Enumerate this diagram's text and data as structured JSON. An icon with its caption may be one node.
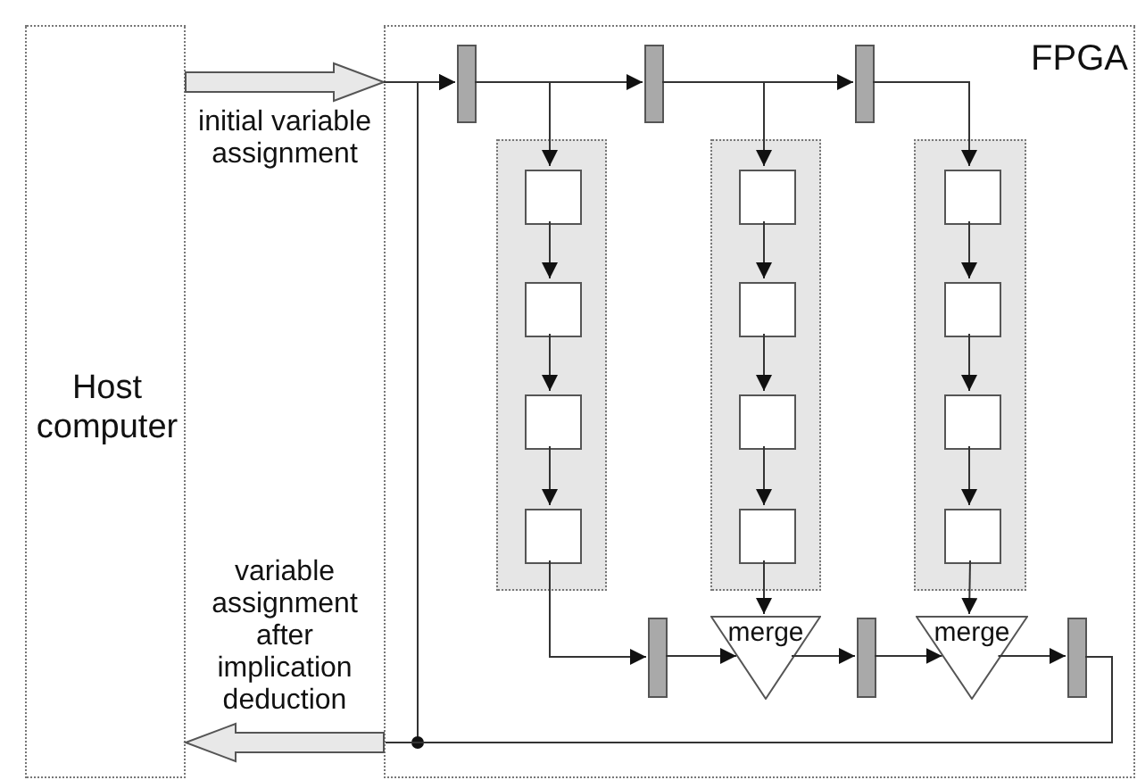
{
  "diagram": {
    "nodes": [
      {
        "text": [
          "Host computer"
        ]
      },
      {
        "text": [
          "FPGA"
        ]
      },
      {
        "text": [],
        "shape": "bar",
        "in": 1
      },
      {
        "text": [],
        "shape": "bar",
        "in": 1
      },
      {
        "text": [],
        "shape": "bar",
        "in": 1
      },
      {
        "text": [],
        "shape": "box",
        "in": 1
      },
      {
        "text": [],
        "shape": "box",
        "in": 5
      },
      {
        "text": [],
        "shape": "box",
        "in": 5
      },
      {
        "text": [],
        "shape": "box",
        "in": 5
      },
      {
        "text": [],
        "shape": "box",
        "in": 5
      },
      {
        "text": [],
        "shape": "box",
        "in": 1
      },
      {
        "text": [],
        "shape": "box",
        "in": 10
      },
      {
        "text": [],
        "shape": "box",
        "in": 10
      },
      {
        "text": [],
        "shape": "box",
        "in": 10
      },
      {
        "text": [],
        "shape": "box",
        "in": 10
      },
      {
        "text": [],
        "shape": "box",
        "in": 1
      },
      {
        "text": [],
        "shape": "box",
        "in": 15
      },
      {
        "text": [],
        "shape": "box",
        "in": 15
      },
      {
        "text": [],
        "shape": "box",
        "in": 15
      },
      {
        "text": [],
        "shape": "box",
        "in": 15
      },
      {
        "text": [],
        "shape": "bar",
        "in": 1
      },
      {
        "text": [
          "merge"
        ],
        "in": 1
      },
      {
        "text": [],
        "shape": "bar",
        "in": 1
      },
      {
        "text": [
          "merge"
        ],
        "in": 1
      },
      {
        "text": [],
        "shape": "bar",
        "in": 1
      }
    ],
    "edges": [
      {
        "from": 0,
        "to": 1,
        "arrow": "to",
        "label": "initial variable assignment",
        "style": "thick"
      },
      {
        "from": null,
        "to": 2,
        "arrow": "to"
      },
      {
        "from": 2,
        "to": 3,
        "arrow": "to"
      },
      {
        "from": 3,
        "to": 4,
        "arrow": "to"
      },
      {
        "from": 2,
        "to": 6,
        "arrow": "to"
      },
      {
        "from": 3,
        "to": 11,
        "arrow": "to"
      },
      {
        "from": 4,
        "to": 16,
        "arrow": "to"
      },
      {
        "from": 6,
        "to": 7,
        "arrow": "to"
      },
      {
        "from": 7,
        "to": 8,
        "arrow": "to"
      },
      {
        "from": 8,
        "to": 9,
        "arrow": "to"
      },
      {
        "from": 11,
        "to": 12,
        "arrow": "to"
      },
      {
        "from": 12,
        "to": 13,
        "arrow": "to"
      },
      {
        "from": 13,
        "to": 14,
        "arrow": "to"
      },
      {
        "from": 16,
        "to": 17,
        "arrow": "to"
      },
      {
        "from": 17,
        "to": 18,
        "arrow": "to"
      },
      {
        "from": 18,
        "to": 19,
        "arrow": "to"
      },
      {
        "from": 9,
        "to": 20,
        "arrow": "to"
      },
      {
        "from": 20,
        "to": 21,
        "arrow": "to"
      },
      {
        "from": 14,
        "to": 21,
        "arrow": "to"
      },
      {
        "from": 21,
        "to": 22,
        "arrow": "to"
      },
      {
        "from": 22,
        "to": 23,
        "arrow": "to"
      },
      {
        "from": 19,
        "to": 23,
        "arrow": "to"
      },
      {
        "from": 23,
        "to": 24,
        "arrow": "to"
      },
      {
        "from": 24,
        "to": 2,
        "arrow": "to"
      },
      {
        "from": 24,
        "to": null,
        "arrow": "none"
      },
      {
        "from": 1,
        "to": 0,
        "arrow": "to",
        "label": "variable assignment after implication deduction",
        "style": "thick"
      }
    ]
  }
}
